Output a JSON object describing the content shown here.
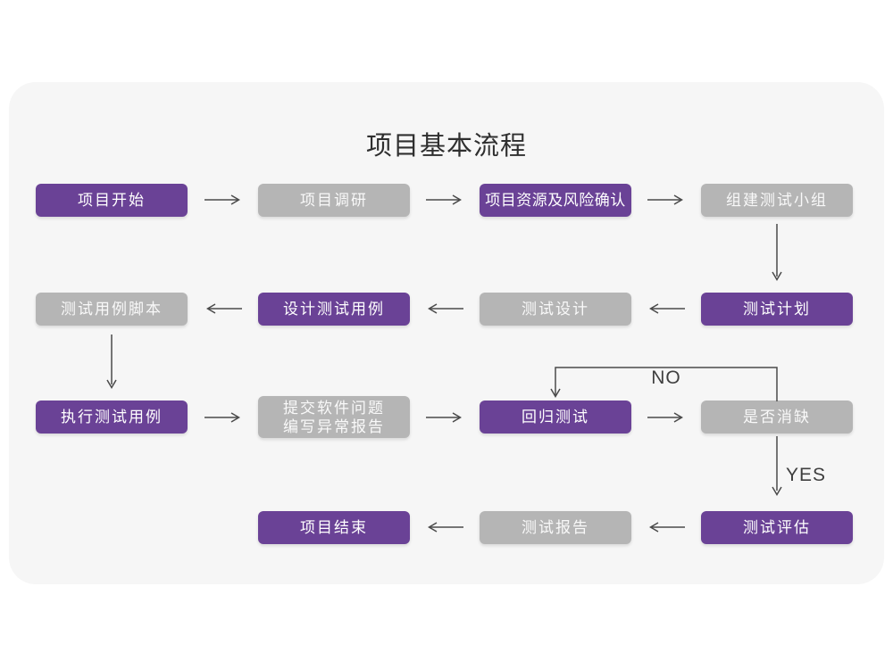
{
  "title": "项目基本流程",
  "colors": {
    "accent_purple": "#6a4296",
    "box_gray": "#b5b5b5",
    "card_background": "#f6f6f6",
    "arrow_gray": "#4a4a4a",
    "title_text": "#2f2f2f",
    "label_text": "#3f3f3f"
  },
  "nodes": [
    {
      "id": "project-start",
      "label": "项目开始",
      "style": "purple"
    },
    {
      "id": "project-research",
      "label": "项目调研",
      "style": "gray"
    },
    {
      "id": "resources-risk-confirm",
      "label": "项目资源及风险确认",
      "style": "purple"
    },
    {
      "id": "build-test-team",
      "label": "组建测试小组",
      "style": "gray"
    },
    {
      "id": "test-plan",
      "label": "测试计划",
      "style": "purple"
    },
    {
      "id": "test-design",
      "label": "测试设计",
      "style": "gray"
    },
    {
      "id": "design-test-cases",
      "label": "设计测试用例",
      "style": "purple"
    },
    {
      "id": "test-case-scripts",
      "label": "测试用例脚本",
      "style": "gray"
    },
    {
      "id": "execute-test-cases",
      "label": "执行测试用例",
      "style": "purple"
    },
    {
      "id": "submit-software-issues",
      "label": "提交软件问题\n编写异常报告",
      "style": "gray"
    },
    {
      "id": "regression-test",
      "label": "回归测试",
      "style": "purple"
    },
    {
      "id": "defects-cleared",
      "label": "是否消缺",
      "style": "gray"
    },
    {
      "id": "test-evaluation",
      "label": "测试评估",
      "style": "purple"
    },
    {
      "id": "test-report",
      "label": "测试报告",
      "style": "gray"
    },
    {
      "id": "project-end",
      "label": "项目结束",
      "style": "purple"
    }
  ],
  "edge_labels": {
    "no": "NO",
    "yes": "YES"
  }
}
